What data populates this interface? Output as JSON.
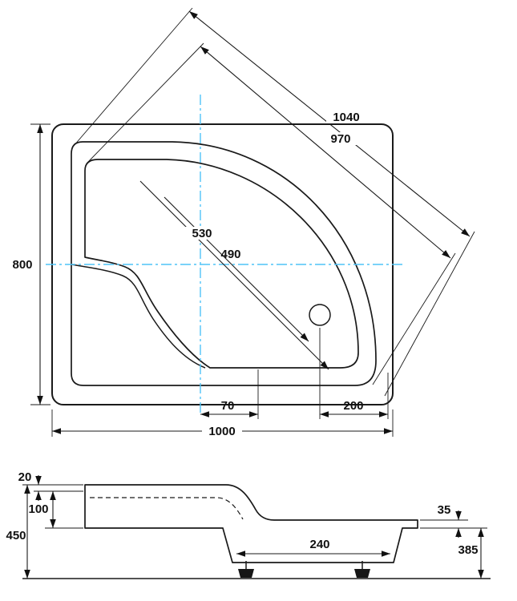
{
  "colors": {
    "ink": "#1a1a1a",
    "accent": "#4fc3f7"
  },
  "top_view": {
    "dims": {
      "diagonal_outer": "1040",
      "diagonal_inner": "970",
      "radius_outer": "530",
      "radius_inner": "490",
      "depth": "800",
      "width": "1000",
      "drain_offset": "70",
      "drain_edge_distance": "200"
    }
  },
  "side_view": {
    "dims": {
      "rim_thickness": "20",
      "rim_height": "100",
      "total_height": "450",
      "edge_lip": "35",
      "base_span": "240",
      "body_height": "385"
    }
  }
}
